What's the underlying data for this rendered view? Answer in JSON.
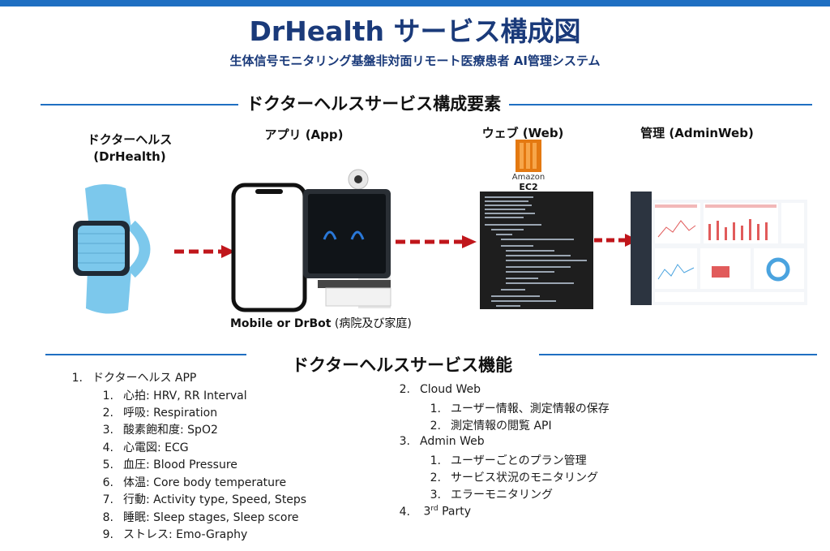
{
  "title": "DrHealth サービス構成図",
  "subtitle": "生体信号モニタリング基盤非対面リモート医療患者 AI管理システム",
  "section1": "ドクターヘルスサービス構成要素",
  "section2": "ドクターヘルスサービス機能",
  "components": {
    "drhealth": {
      "line1": "ドクターヘルス",
      "line2": "(DrHealth)"
    },
    "app": "アプリ (App)",
    "web": "ウェブ (Web)",
    "admin": "管理 (AdminWeb)",
    "ec2_brand": "Amazon",
    "ec2_name": "EC2",
    "caption_bold": "Mobile or DrBot",
    "caption_rest": " (病院及び家庭)"
  },
  "features": {
    "app": {
      "num": "1.",
      "label": "ドクターヘルス APP",
      "items": [
        {
          "num": "1.",
          "text": "心拍: HRV, RR Interval"
        },
        {
          "num": "2.",
          "text": "呼吸: Respiration"
        },
        {
          "num": "3.",
          "text": "酸素飽和度: SpO2"
        },
        {
          "num": "4.",
          "text": "心電図: ECG"
        },
        {
          "num": "5.",
          "text": "血圧: Blood Pressure"
        },
        {
          "num": "6.",
          "text": "体温: Core body temperature"
        },
        {
          "num": "7.",
          "text": "行動: Activity type, Speed, Steps"
        },
        {
          "num": "8.",
          "text": "睡眠: Sleep stages, Sleep score"
        },
        {
          "num": "9.",
          "text": "ストレス: Emo-Graphy"
        }
      ]
    },
    "cloud": {
      "num": "2.",
      "label": "Cloud Web",
      "items": [
        {
          "num": "1.",
          "text": "ユーザー情報、測定情報の保存"
        },
        {
          "num": "2.",
          "text": "測定情報の閲覧 API"
        }
      ]
    },
    "admin": {
      "num": "3.",
      "label": "Admin Web",
      "items": [
        {
          "num": "1.",
          "text": "ユーザーごとのプラン管理"
        },
        {
          "num": "2.",
          "text": "サービス状況のモニタリング"
        },
        {
          "num": "3.",
          "text": "エラーモニタリング"
        }
      ]
    },
    "third": {
      "num": "4.",
      "label_sup": "rd",
      "label_pre": "3",
      "label_post": " Party"
    }
  },
  "colors": {
    "accent": "#1f6fc2",
    "title": "#1a3a7a",
    "arrow": "#c0161b",
    "band": "#7cc8ec"
  }
}
